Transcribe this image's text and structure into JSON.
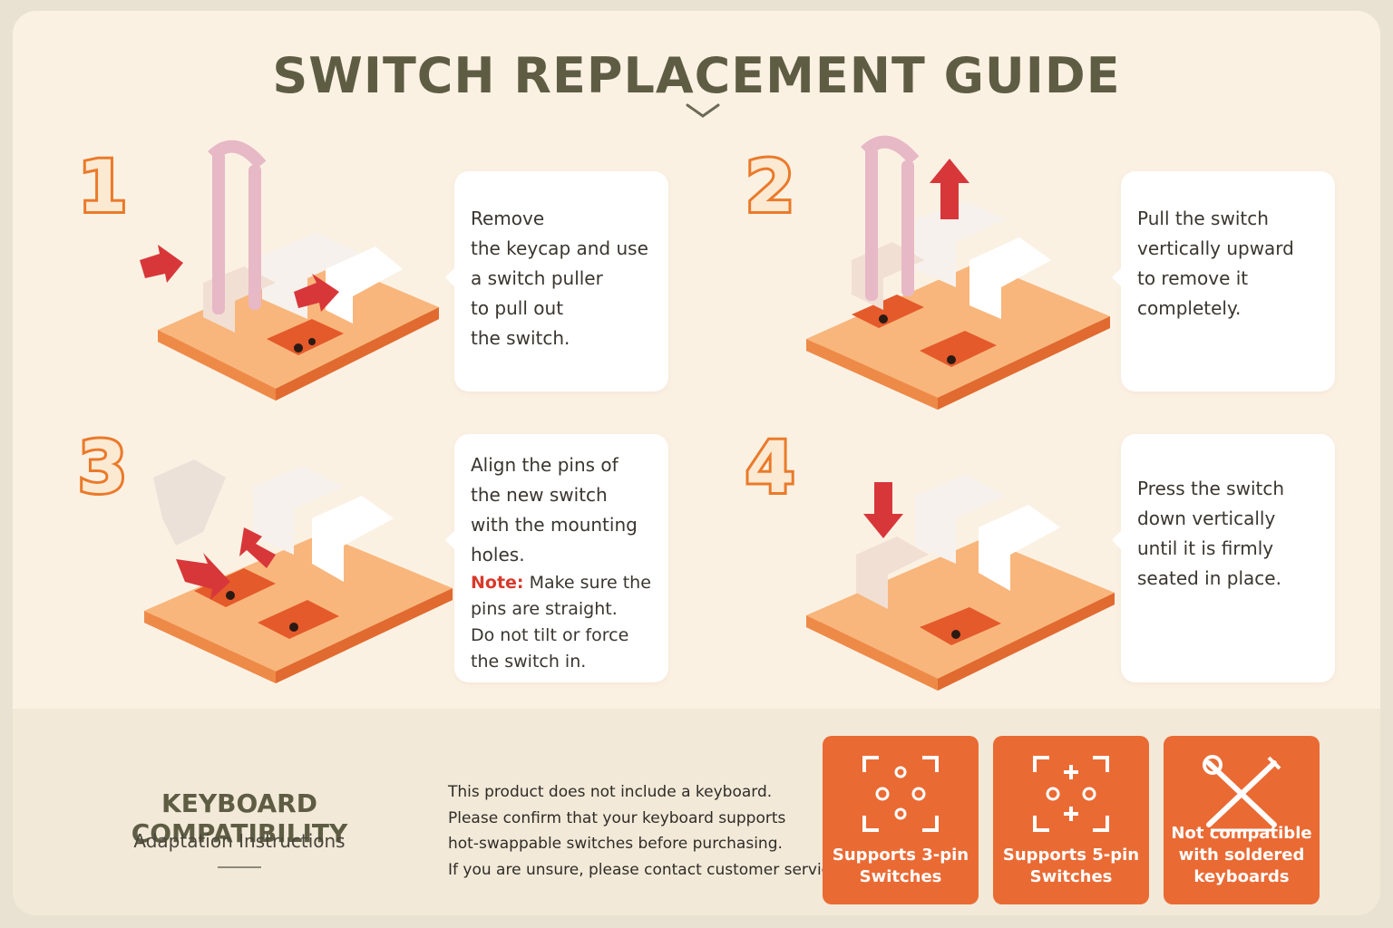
{
  "title": "SWITCH REPLACEMENT GUIDE",
  "steps": [
    {
      "number": "1",
      "lines": [
        "Remove",
        "the keycap and use",
        "a switch puller",
        "to pull out",
        "the switch."
      ]
    },
    {
      "number": "2",
      "lines": [
        "Pull the switch",
        "vertically upward",
        "to remove it",
        "completely."
      ]
    },
    {
      "number": "3",
      "lines": [
        "Align the pins of",
        "the new switch",
        "with the mounting",
        "holes."
      ],
      "note_label": "Note:",
      "note_lines": [
        " Make sure the",
        "pins are straight.",
        "Do not tilt or force",
        "the switch in."
      ]
    },
    {
      "number": "4",
      "lines": [
        "Press the switch",
        "down vertically",
        "until it is firmly",
        "seated in place."
      ]
    }
  ],
  "compatibility": {
    "title": "KEYBOARD COMPATIBILITY",
    "subtitle": "Adaptation Instructions",
    "description": [
      "This product does not include a keyboard.",
      "Please confirm that your keyboard supports",
      "hot-swappable switches before purchasing.",
      "If you are unsure, please contact customer service."
    ],
    "badges": [
      {
        "icon": "three-pin-icon",
        "lines": [
          "Supports 3-pin",
          "Switches"
        ]
      },
      {
        "icon": "five-pin-icon",
        "lines": [
          "Supports 5-pin",
          "Switches"
        ]
      },
      {
        "icon": "soldering-cross-icon",
        "lines": [
          "Not compatible",
          "with soldered",
          "keyboards"
        ]
      }
    ]
  },
  "colors": {
    "accent_orange": "#ea6a34",
    "title_olive": "#5e5d44",
    "arrow_red": "#d8373a",
    "plate_orange": "#f6a062"
  }
}
